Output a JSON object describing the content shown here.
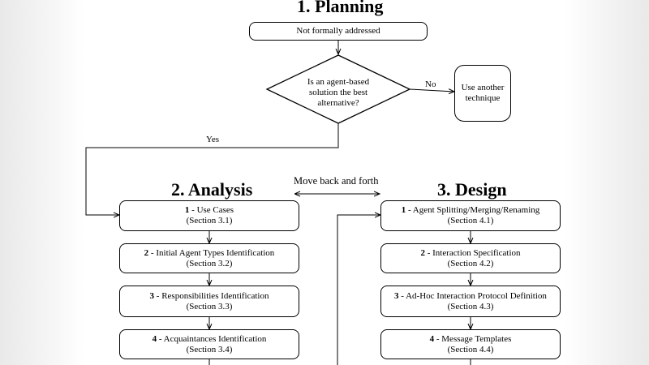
{
  "planning": {
    "heading": "1. Planning",
    "top_box": "Not formally addressed",
    "decision": [
      "Is an agent-based",
      "solution the best",
      "alternative?"
    ],
    "no_label": "No",
    "yes_label": "Yes",
    "other_technique": [
      "Use another",
      "technique"
    ]
  },
  "analysis": {
    "heading": "2. Analysis",
    "steps": [
      {
        "num": "1",
        "title": "Use Cases",
        "section": "(Section 3.1)"
      },
      {
        "num": "2",
        "title": "Initial Agent Types Identification",
        "section": "(Section 3.2)"
      },
      {
        "num": "3",
        "title": "Responsibilities Identification",
        "section": "(Section 3.3)"
      },
      {
        "num": "4",
        "title": "Acquaintances Identification",
        "section": "(Section 3.4)"
      }
    ]
  },
  "design": {
    "heading": "3. Design",
    "steps": [
      {
        "num": "1",
        "title": "Agent Splitting/Merging/Renaming",
        "section": "(Section 4.1)"
      },
      {
        "num": "2",
        "title": "Interaction Specification",
        "section": "(Section 4.2)"
      },
      {
        "num": "3",
        "title": "Ad-Hoc Interaction Protocol Definition",
        "section": "(Section 4.3)"
      },
      {
        "num": "4",
        "title": "Message Templates",
        "section": "(Section 4.4)"
      }
    ]
  },
  "move_label": "Move back and forth"
}
